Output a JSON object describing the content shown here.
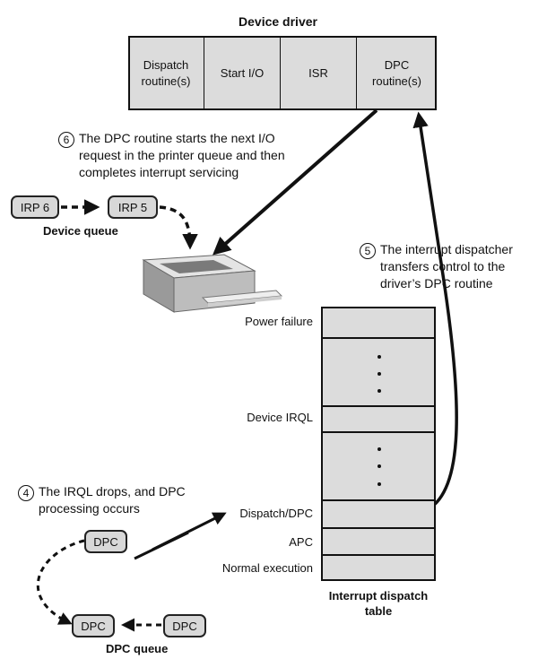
{
  "driver": {
    "title": "Device driver",
    "cells": [
      "Dispatch\nroutine(s)",
      "Start I/O",
      "ISR",
      "DPC\nroutine(s)"
    ]
  },
  "steps": {
    "six": {
      "number": "6",
      "text": "The DPC routine starts the next I/O request in the printer queue and then completes interrupt servicing"
    },
    "five": {
      "number": "5",
      "text": "The interrupt dispatcher transfers control to the driver’s DPC routine"
    },
    "four": {
      "number": "4",
      "text": "The IRQL drops, and DPC processing occurs"
    }
  },
  "device_queue": {
    "label": "Device queue",
    "items": [
      "IRP 6",
      "IRP 5"
    ]
  },
  "dpc_queue": {
    "label": "DPC queue",
    "items": [
      "DPC",
      "DPC",
      "DPC"
    ]
  },
  "dispatch_table": {
    "caption": "Interrupt dispatch table",
    "rows": [
      "Power failure",
      "Device IRQL",
      "Dispatch/DPC",
      "APC",
      "Normal execution"
    ]
  },
  "colors": {
    "cell_fill": "#dcdcdc",
    "pill_fill": "#d8d8d8",
    "line": "#111111"
  }
}
